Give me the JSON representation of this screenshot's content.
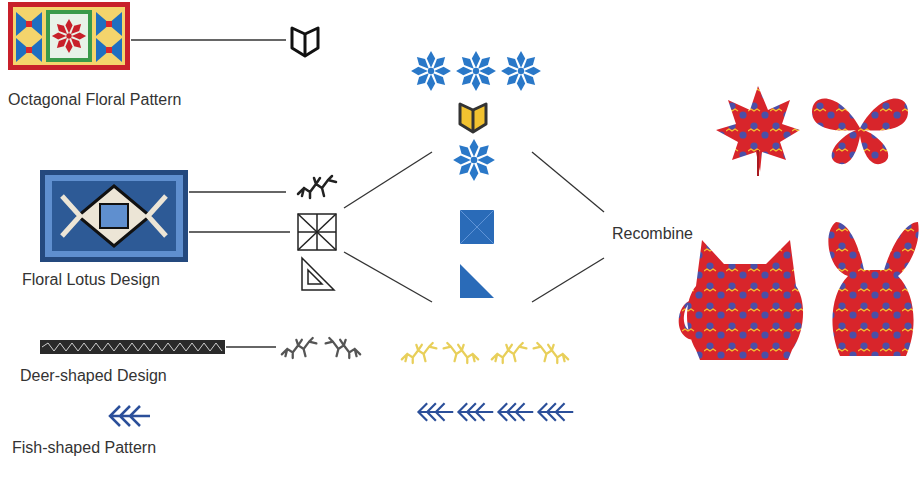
{
  "diagram": {
    "labels": [
      "Octagonal Floral Pattern",
      "Floral Lotus Design",
      "Deer-shaped Design",
      "Fish-shaped Pattern",
      "Recombine"
    ]
  }
}
